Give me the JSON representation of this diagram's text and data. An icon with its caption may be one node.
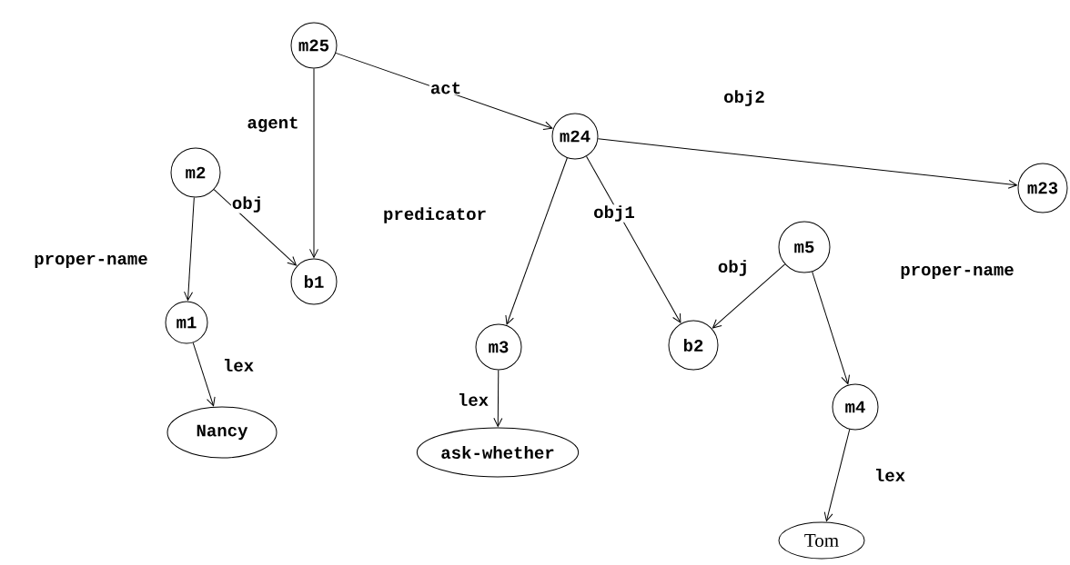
{
  "diagram": {
    "nodes": [
      {
        "text": [
          "m25"
        ]
      },
      {
        "text": [
          "m24"
        ]
      },
      {
        "text": [
          "m23"
        ]
      },
      {
        "text": [
          "m2"
        ]
      },
      {
        "text": [
          "b1"
        ]
      },
      {
        "text": [
          "m1"
        ]
      },
      {
        "text": [
          "Nancy"
        ]
      },
      {
        "text": [
          "m3"
        ]
      },
      {
        "text": [
          "ask-whether"
        ]
      },
      {
        "text": [
          "b2"
        ]
      },
      {
        "text": [
          "m5"
        ]
      },
      {
        "text": [
          "m4"
        ]
      },
      {
        "text": [
          "Tom"
        ]
      }
    ],
    "edges": [
      {
        "from": 0,
        "to": 1,
        "arrow": "to",
        "label": "act"
      },
      {
        "from": 0,
        "to": 4,
        "arrow": "to",
        "label": "agent"
      },
      {
        "from": 1,
        "to": 2,
        "arrow": "to",
        "label": "obj2"
      },
      {
        "from": 1,
        "to": 7,
        "arrow": "to",
        "label": "predicator"
      },
      {
        "from": 1,
        "to": 9,
        "arrow": "to",
        "label": "obj1"
      },
      {
        "from": 3,
        "to": 4,
        "arrow": "to",
        "label": "obj"
      },
      {
        "from": 3,
        "to": 5,
        "arrow": "to",
        "label": "proper-name"
      },
      {
        "from": 5,
        "to": 6,
        "arrow": "to",
        "label": "lex"
      },
      {
        "from": 7,
        "to": 8,
        "arrow": "to",
        "label": "lex"
      },
      {
        "from": 10,
        "to": 9,
        "arrow": "to",
        "label": "obj"
      },
      {
        "from": 10,
        "to": 11,
        "arrow": "to",
        "label": "proper-name"
      },
      {
        "from": 11,
        "to": 12,
        "arrow": "to",
        "label": "lex"
      }
    ]
  }
}
